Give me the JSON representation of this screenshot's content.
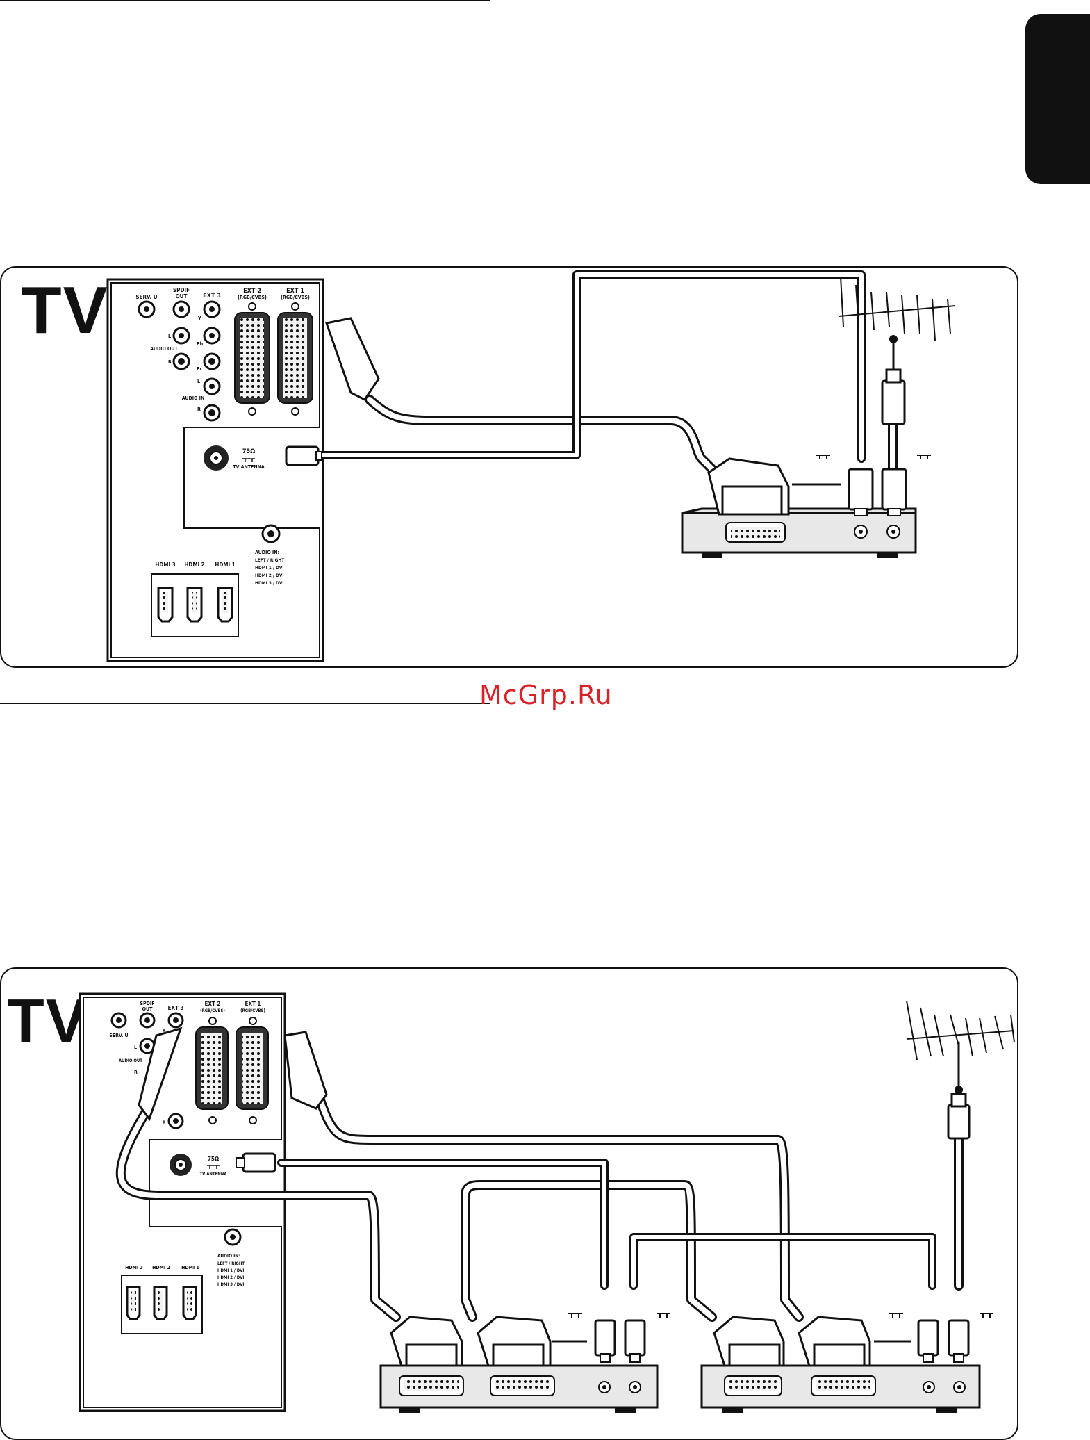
{
  "watermark": "McGrp.Ru",
  "diagrams": [
    {
      "title": "TV",
      "ports": {
        "serv_u": "SERV. U",
        "spdif_out": "SPDIF\nOUT",
        "ext3": "EXT 3",
        "ext2": "EXT 2",
        "ext2_sub": "(RGB/CVBS)",
        "ext1": "EXT 1",
        "ext1_sub": "(RGB/CVBS)",
        "audio_out": "AUDIO OUT",
        "audio_in_small": "AUDIO IN",
        "l": "L",
        "r": "R",
        "y": "Y",
        "pb": "Pb",
        "pr": "Pr",
        "ant_ohm": "75Ω",
        "tv_antenna": "TV ANTENNA",
        "hdmi3": "HDMI 3",
        "hdmi2": "HDMI 2",
        "hdmi1": "HDMI 1",
        "audio_in_title": "AUDIO IN:",
        "audio_in_lines": [
          "LEFT / RIGHT",
          "HDMI 1 / DVI",
          "HDMI 2 / DVI",
          "HDMI 3 / DVI"
        ]
      }
    },
    {
      "title": "TV",
      "ports": {
        "serv_u": "SERV. U",
        "spdif_out": "SPDIF\nOUT",
        "ext3": "EXT 3",
        "ext2": "EXT 2",
        "ext2_sub": "(RGB/CVBS)",
        "ext1": "EXT 1",
        "ext1_sub": "(RGB/CVBS)",
        "audio_out": "AUDIO OUT",
        "l": "L",
        "r": "R",
        "y": "Y",
        "ant_ohm": "75Ω",
        "tv_antenna": "TV ANTENNA",
        "hdmi3": "HDMI 3",
        "hdmi2": "HDMI 2",
        "hdmi1": "HDMI 1",
        "audio_in_title": "AUDIO IN:",
        "audio_in_lines": [
          "LEFT / RIGHT",
          "HDMI 1 / DVI",
          "HDMI 2 / DVI",
          "HDMI 3 / DVI"
        ]
      }
    }
  ],
  "icons": [
    "antenna-icon",
    "scart-plug-icon",
    "coax-plug-icon",
    "antenna-symbol-icon"
  ]
}
